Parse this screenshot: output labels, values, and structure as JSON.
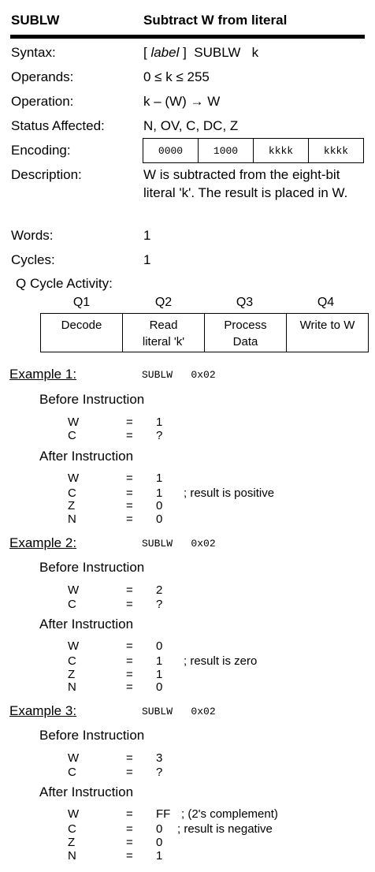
{
  "header": {
    "mnemonic": "SUBLW",
    "title": "Subtract W from literal"
  },
  "fields": {
    "syntax_label": "Syntax:",
    "syntax_open": "[ ",
    "syntax_label_word": "label",
    "syntax_rest": " ]  SUBLW   k",
    "operands_label": "Operands:",
    "operands_value": "0 ≤ k ≤ 255",
    "operation_label": "Operation:",
    "operation_value": "k – (W) → W",
    "status_label": "Status Affected:",
    "status_value": "N, OV, C, DC, Z",
    "encoding_label": "Encoding:",
    "encoding": [
      "0000",
      "1000",
      "kkkk",
      "kkkk"
    ],
    "description_label": "Description:",
    "description_value": "W is subtracted from the eight-bit literal 'k'. The result is placed in W.",
    "words_label": "Words:",
    "words_value": "1",
    "cycles_label": "Cycles:",
    "cycles_value": "1"
  },
  "q_cycle": {
    "label": "Q Cycle Activity:",
    "headers": [
      "Q1",
      "Q2",
      "Q3",
      "Q4"
    ],
    "cells": [
      [
        "Decode"
      ],
      [
        "Read",
        "literal 'k'"
      ],
      [
        "Process",
        "Data"
      ],
      [
        "Write to W"
      ]
    ]
  },
  "examples": [
    {
      "title": "Example 1",
      "colon": ":",
      "code": "SUBLW   0x02",
      "before_label": "Before Instruction",
      "before": [
        {
          "reg": "W",
          "eq": "=",
          "val": "1",
          "comment": ""
        },
        {
          "reg": "C",
          "eq": "=",
          "val": "?",
          "comment": ""
        }
      ],
      "after_label": "After Instruction",
      "after": [
        {
          "reg": "W",
          "eq": "=",
          "val": "1",
          "comment": ""
        },
        {
          "reg": "C",
          "eq": "=",
          "val": "1",
          "comment": "; result is positive"
        },
        {
          "reg": "Z",
          "eq": "=",
          "val": "0",
          "comment": ""
        },
        {
          "reg": "N",
          "eq": "=",
          "val": "0",
          "comment": ""
        }
      ]
    },
    {
      "title": "Example 2",
      "colon": ":",
      "code": "SUBLW   0x02",
      "before_label": "Before Instruction",
      "before": [
        {
          "reg": "W",
          "eq": "=",
          "val": "2",
          "comment": ""
        },
        {
          "reg": "C",
          "eq": "=",
          "val": "?",
          "comment": ""
        }
      ],
      "after_label": "After Instruction",
      "after": [
        {
          "reg": "W",
          "eq": "=",
          "val": "0",
          "comment": ""
        },
        {
          "reg": "C",
          "eq": "=",
          "val": "1",
          "comment": "; result is zero"
        },
        {
          "reg": "Z",
          "eq": "=",
          "val": "1",
          "comment": ""
        },
        {
          "reg": "N",
          "eq": "=",
          "val": "0",
          "comment": ""
        }
      ]
    },
    {
      "title": "Example 3",
      "colon": ":",
      "code": "SUBLW   0x02",
      "before_label": "Before Instruction",
      "before": [
        {
          "reg": "W",
          "eq": "=",
          "val": "3",
          "comment": ""
        },
        {
          "reg": "C",
          "eq": "=",
          "val": "?",
          "comment": ""
        }
      ],
      "after_label": "After Instruction",
      "after": [
        {
          "reg": "W",
          "eq": "=",
          "val": "FF",
          "comment": "; (2's complement)"
        },
        {
          "reg": "C",
          "eq": "=",
          "val": "0",
          "comment": "; result is negative"
        },
        {
          "reg": "Z",
          "eq": "=",
          "val": "0",
          "comment": ""
        },
        {
          "reg": "N",
          "eq": "=",
          "val": "1",
          "comment": ""
        }
      ]
    }
  ]
}
